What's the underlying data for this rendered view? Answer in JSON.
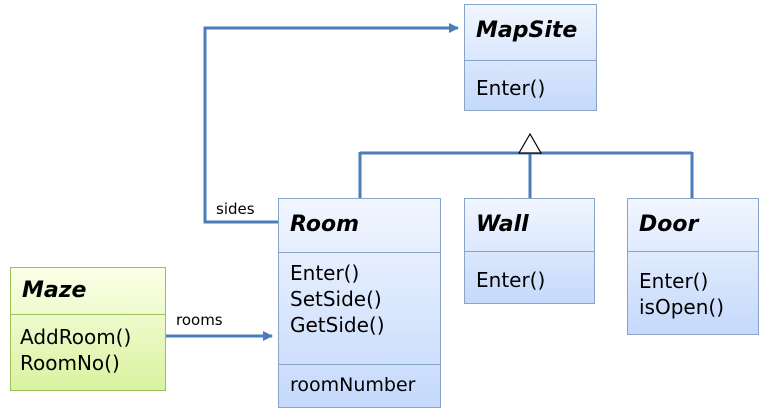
{
  "classes": {
    "mapsite": {
      "name": "MapSite",
      "operations": [
        "Enter()"
      ]
    },
    "room": {
      "name": "Room",
      "operations": [
        "Enter()",
        "SetSide()",
        "GetSide()"
      ],
      "attributes": [
        "roomNumber"
      ]
    },
    "wall": {
      "name": "Wall",
      "operations": [
        "Enter()"
      ]
    },
    "door": {
      "name": "Door",
      "operations": [
        "Enter()",
        "isOpen()"
      ]
    },
    "maze": {
      "name": "Maze",
      "operations": [
        "AddRoom()",
        "RoomNo()"
      ]
    }
  },
  "associations": {
    "sides_label": "sides",
    "rooms_label": "rooms"
  },
  "colors": {
    "line": "#4a7ebb",
    "class_fill": "#c5d9fb",
    "maze_fill": "#d9f3a0"
  }
}
